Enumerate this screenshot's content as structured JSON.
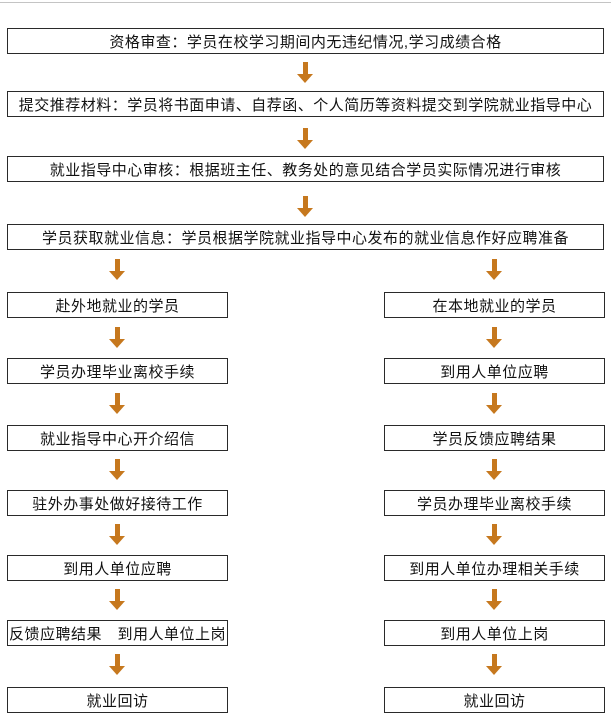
{
  "colors": {
    "arrow": "#C6781E",
    "border": "#2a2a2a",
    "text": "#111111",
    "bg": "#ffffff",
    "rule": "#c4c4c4"
  },
  "flowchart": {
    "main_steps": [
      "资格审查：学员在校学习期间内无违纪情况,学习成绩合格",
      "提交推荐材料：学员将书面申请、自荐函、个人简历等资料提交到学院就业指导中心",
      "就业指导中心审核：根据班主任、教务处的意见结合学员实际情况进行审核",
      "学员获取就业信息：学员根据学院就业指导中心发布的就业信息作好应聘准备"
    ],
    "branches": {
      "left": {
        "steps": [
          "赴外地就业的学员",
          "学员办理毕业离校手续",
          "就业指导中心开介绍信",
          "驻外办事处做好接待工作",
          "到用人单位应聘",
          "反馈应聘结果　到用人单位上岗",
          "就业回访"
        ]
      },
      "right": {
        "steps": [
          "在本地就业的学员",
          "到用人单位应聘",
          "学员反馈应聘结果",
          "学员办理毕业离校手续",
          "到用人单位办理相关手续",
          "到用人单位上岗",
          "就业回访"
        ]
      }
    }
  }
}
